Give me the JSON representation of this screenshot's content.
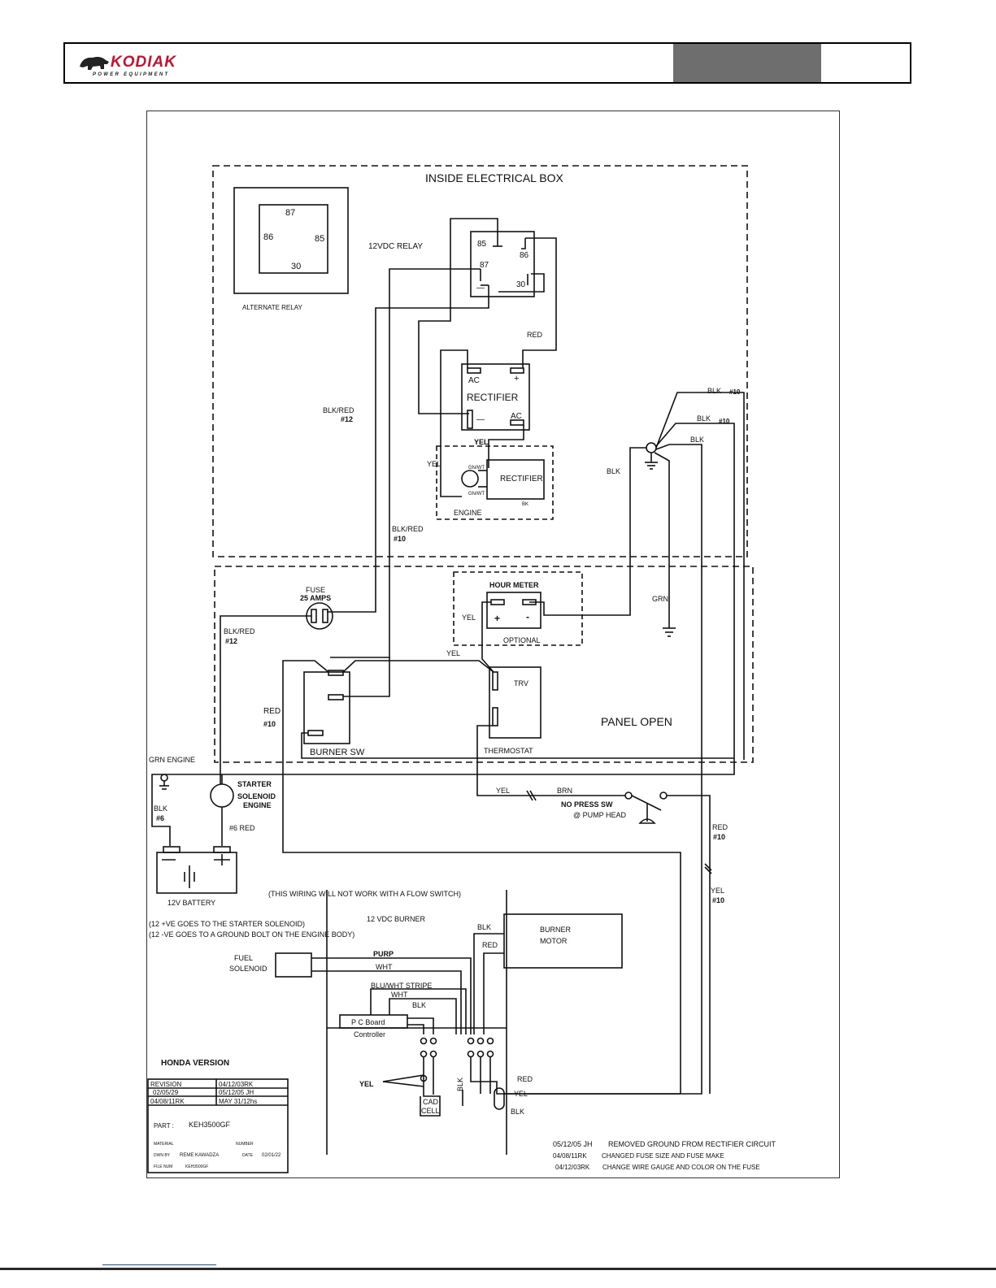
{
  "header": {
    "brand": "KODIAK",
    "brand_sub": "POWER EQUIPMENT",
    "logo_icon": "bear-icon",
    "brand_color": "#c8102e",
    "block_color": "#6e6e6e"
  },
  "diagram": {
    "box_inside": "INSIDE ELECTRICAL BOX",
    "alt_relay": {
      "t87": "87",
      "t86": "86",
      "t85": "85",
      "t30": "30",
      "label": "ALTERNATE RELAY"
    },
    "relay": {
      "label": "12VDC RELAY",
      "t85": "85",
      "t86": "86",
      "t87": "87",
      "t30": "30",
      "minus": "—"
    },
    "rectifier": {
      "ac1": "AC",
      "plus": "+",
      "label": "RECTIFIER",
      "minus": "—",
      "ac2": "AC"
    },
    "engine_box": {
      "label": "ENGINE",
      "rect": "RECTIFIER",
      "gnwt1": "GN/WT",
      "gnwt2": "GN/WT",
      "bk": "BK"
    },
    "wires": {
      "red_top": "RED",
      "blk_red": "BLK/RED",
      "n12": "#12",
      "yel1": "YEL",
      "yel2": "YEL",
      "blk_red2": "BLK/RED",
      "n10": "#10",
      "blk10a": "BLK",
      "n10a": "#10",
      "blk10b": "BLK",
      "n10b": "#10",
      "blk_c": "BLK",
      "blk_d": "BLK",
      "grn": "GRN"
    },
    "hour_meter": {
      "label": "HOUR METER",
      "plus": "+",
      "minus": "-",
      "optional": "OPTIONAL",
      "yel": "YEL"
    },
    "fuse": {
      "label": "FUSE",
      "amps": "25 AMPS"
    },
    "panel": {
      "label": "PANEL OPEN",
      "blk_red": "BLK/RED",
      "n12": "#12",
      "red": "RED",
      "n10": "#10",
      "yel": "YEL",
      "trv": "TRV",
      "thermostat": "THERMOSTAT",
      "burner_sw": "BURNER  SW"
    },
    "lower": {
      "grn_engine": "GRN ENGINE",
      "starter1": "STARTER",
      "starter2": "SOLENOID",
      "starter3": "ENGINE",
      "blk": "BLK",
      "n6": "#6",
      "n6red": "#6 RED",
      "battery": "12V BATTERY",
      "yel": "YEL",
      "brn": "BRN",
      "press1": "NO PRESS SW",
      "press2": "@ PUMP HEAD",
      "red": "RED",
      "n10r": "#10",
      "yel10": "YEL",
      "n10y": "#10",
      "flow_note": "(THIS WIRING WILL NOT WORK WITH A FLOW SWITCH)",
      "note1": "(12 +VE GOES TO THE STARTER SOLENOID)",
      "note2": "(12 -VE GOES TO A GROUND BOLT ON THE ENGINE BODY)",
      "burner": "12 VDC BURNER",
      "fuel1": "FUEL",
      "fuel2": "SOLENOID",
      "purp": "PURP",
      "wht": "WHT",
      "blk_m": "BLK",
      "red_m": "RED",
      "motor1": "BURNER",
      "motor2": "MOTOR",
      "blu": "BLU/WHT STRIPE",
      "wht2": "WHT",
      "blk2": "BLK",
      "pcb": "P C Board",
      "controller": "Controller",
      "yel_cad": "YEL",
      "blk_v": "BLK",
      "cad1": "CAD",
      "cad2": "CELL",
      "red_b": "RED",
      "yel_b": "YEL",
      "blk_b": "BLK"
    },
    "title_block": {
      "version": "HONDA VERSION",
      "rev_label": "REVISION",
      "rev1": "04/12/03RK",
      "r2a": "02/05/29",
      "r2b": "05/12/05 JH",
      "r3a": "04/08/11RK",
      "r3b": "MAY 31/12hs",
      "part_label": "PART :",
      "part": "KEH3500GF",
      "material": "MATERIAL",
      "number": "NUMBER",
      "dwn_label": "DWN BY",
      "dwn": "REME KAWADZA",
      "date_label": "DATE",
      "date": "02/01/22",
      "file_label": "FILE NUM",
      "file": "KEH3500GF"
    },
    "revisions": [
      {
        "code": "05/12/05 JH",
        "text": "REMOVED GROUND FROM RECTIFIER CIRCUIT"
      },
      {
        "code": "04/08/11RK",
        "text": "CHANGED FUSE SIZE AND FUSE MAKE"
      },
      {
        "code": "04/12/03RK",
        "text": "CHANGE WIRE GAUGE  AND COLOR ON THE FUSE"
      }
    ]
  }
}
